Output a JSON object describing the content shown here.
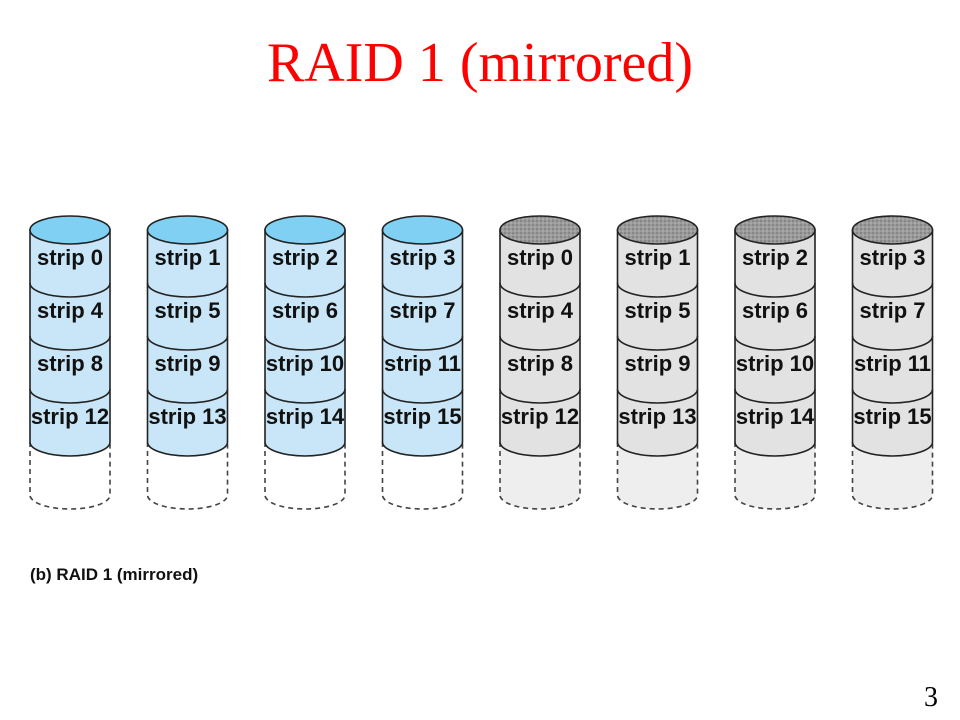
{
  "slide": {
    "title": "RAID 1 (mirrored)",
    "page_number": "3"
  },
  "diagram": {
    "caption": "(b) RAID 1 (mirrored)",
    "disk_groups": [
      {
        "role": "primary",
        "fill_color": "#c8e6f7",
        "top_color": "#7fd0f2",
        "disks": [
          [
            "strip 0",
            "strip 4",
            "strip 8",
            "strip 12"
          ],
          [
            "strip 1",
            "strip 5",
            "strip 9",
            "strip 13"
          ],
          [
            "strip 2",
            "strip 6",
            "strip 10",
            "strip 14"
          ],
          [
            "strip 3",
            "strip 7",
            "strip 11",
            "strip 15"
          ]
        ]
      },
      {
        "role": "mirror",
        "fill_color": "#e2e2e2",
        "top_color": "#9a9a9a",
        "disks": [
          [
            "strip 0",
            "strip 4",
            "strip 8",
            "strip 12"
          ],
          [
            "strip 1",
            "strip 5",
            "strip 9",
            "strip 13"
          ],
          [
            "strip 2",
            "strip 6",
            "strip 10",
            "strip 14"
          ],
          [
            "strip 3",
            "strip 7",
            "strip 11",
            "strip 15"
          ]
        ]
      }
    ]
  }
}
